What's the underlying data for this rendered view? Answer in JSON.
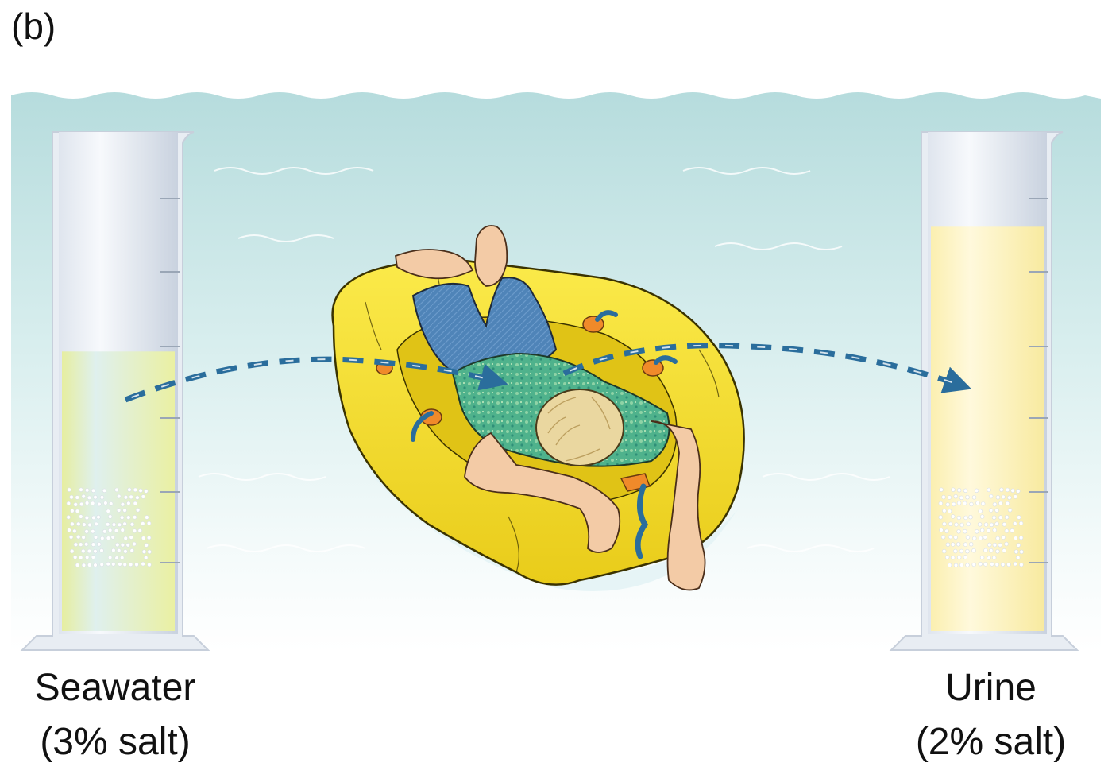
{
  "panel_label": "(b)",
  "left_cylinder": {
    "name": "Seawater",
    "concentration": "(3% salt)",
    "fill_level": 0.56,
    "fill_color": "#eef3a8"
  },
  "right_cylinder": {
    "name": "Urine",
    "concentration": "(2% salt)",
    "fill_level": 0.81,
    "fill_color": "#fbf1b2"
  },
  "colors": {
    "sea": "#bfe3e4",
    "arrow": "#2a6d9c",
    "raft": "#f6e02a",
    "shirt": "#48b08a",
    "jeans": "#4f82b5",
    "hair": "#ead7a0"
  },
  "arrows": {
    "direction": "seawater-to-body-to-urine",
    "style": "dashed"
  }
}
